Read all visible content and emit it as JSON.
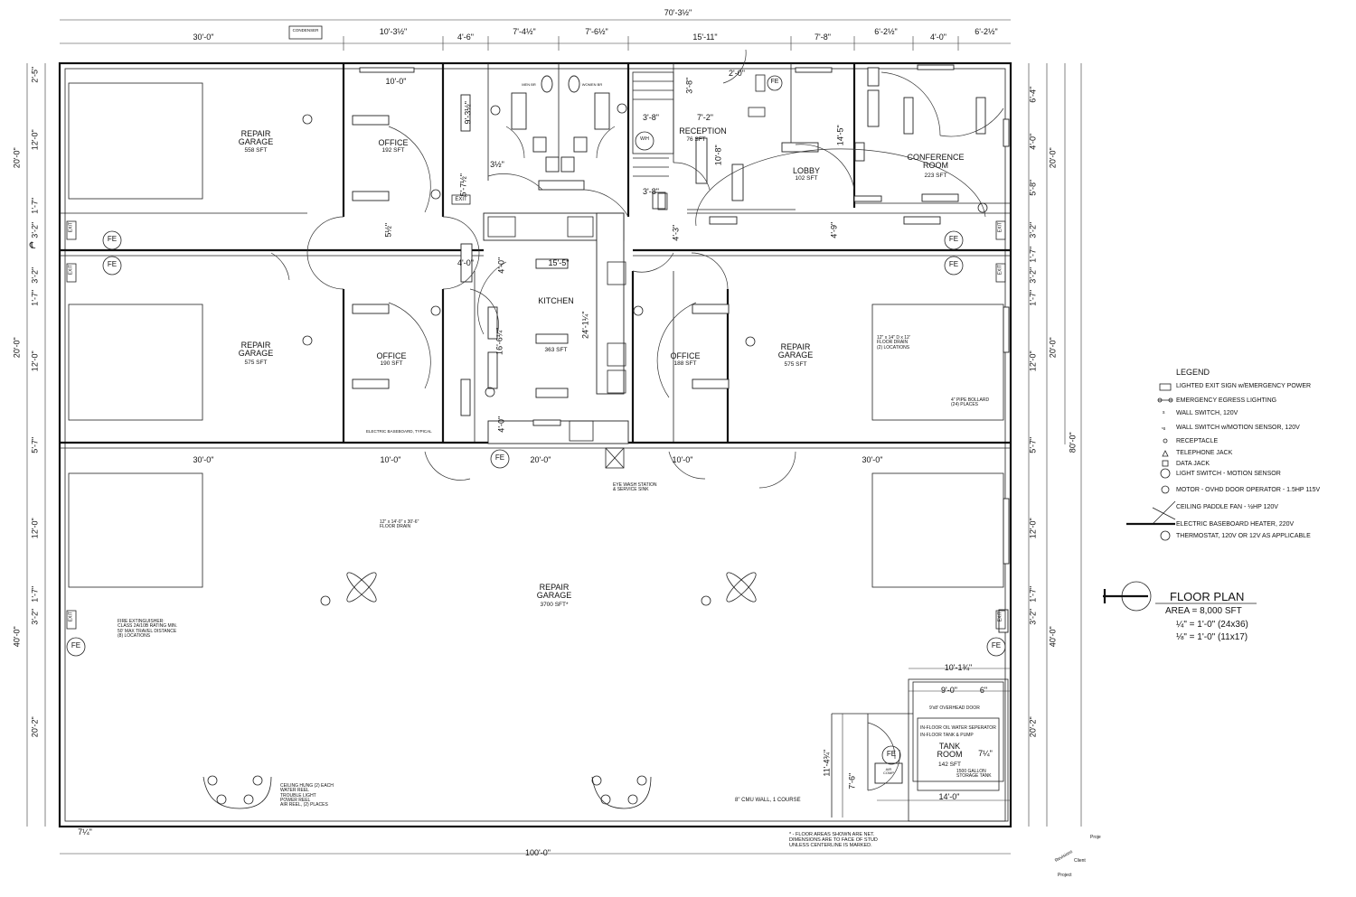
{
  "title_block": {
    "title": "FLOOR PLAN",
    "area": "AREA = 8,000 SFT",
    "scale_large_num": "¼\"",
    "scale_large": " = 1'-0\" (24x36)",
    "scale_small_num": "⅛\"",
    "scale_small": " = 1'-0\" (11x17)",
    "corner_labels": [
      "Proje",
      "Revisions",
      "Client",
      "Project"
    ]
  },
  "legend": {
    "title": "LEGEND",
    "items": [
      {
        "icon": "exit-sign-icon",
        "label": "LIGHTED EXIT SIGN w/EMERGENCY POWER"
      },
      {
        "icon": "egress-light-icon",
        "label": "EMERGENCY EGRESS LIGHTING"
      },
      {
        "icon": "wall-switch-icon",
        "label": "WALL SWITCH, 120V"
      },
      {
        "icon": "motion-switch-icon",
        "label": "WALL SWITCH w/MOTION SENSOR, 120V"
      },
      {
        "icon": "receptacle-icon",
        "label": "RECEPTACLE"
      },
      {
        "icon": "telephone-jack-icon",
        "label": "TELEPHONE JACK"
      },
      {
        "icon": "data-jack-icon",
        "label": "DATA JACK"
      },
      {
        "icon": "motion-sensor-icon",
        "label": "LIGHT SWITCH - MOTION SENSOR"
      },
      {
        "icon": "motor-icon",
        "label": "MOTOR - OVHD DOOR OPERATOR - 1.5HP 115V"
      },
      {
        "icon": "ceiling-fan-icon",
        "label": "CEILING PADDLE FAN - ½HP 120V"
      },
      {
        "icon": "baseboard-heater-icon",
        "label": "ELECTRIC BASEBOARD HEATER, 220V"
      },
      {
        "icon": "thermostat-icon",
        "label": "THERMOSTAT, 120V OR 12V AS APPLICABLE"
      }
    ]
  },
  "rooms": {
    "repair_garage_1": {
      "name": "REPAIR\nGARAGE",
      "area": "558 SFT"
    },
    "office_1": {
      "name": "OFFICE",
      "area": "192 SFT"
    },
    "men_br": {
      "name": "MEN BR"
    },
    "women_br": {
      "name": "WOMEN BR"
    },
    "reception": {
      "name": "RECEPTION",
      "area": "76 SFT"
    },
    "lobby": {
      "name": "LOBBY",
      "area": "102 SFT"
    },
    "conference": {
      "name": "CONFERENCE\nROOM",
      "area": "223 SFT"
    },
    "repair_garage_2": {
      "name": "REPAIR\nGARAGE",
      "area": "575 SFT"
    },
    "office_2": {
      "name": "OFFICE",
      "area": "190 SFT"
    },
    "kitchen": {
      "name": "KITCHEN",
      "area": "363 SFT"
    },
    "office_3": {
      "name": "OFFICE",
      "area": "188 SFT"
    },
    "repair_garage_3": {
      "name": "REPAIR\nGARAGE",
      "area": "575 SFT"
    },
    "repair_garage_main": {
      "name": "REPAIR\nGARAGE",
      "area": "3700 SFT*"
    },
    "tank_room": {
      "name": "TANK\nROOM",
      "area": "142 SFT"
    }
  },
  "dims_top": {
    "overall": "70'-3½\"",
    "segments": [
      "30'-0\"",
      "10'-3½\"",
      "4'-6\"",
      "7'-4½\"",
      "7'-6½\"",
      "15'-11\"",
      "7'-8\"",
      "6'-2½\"",
      "4'-0\"",
      "6'-2½\""
    ]
  },
  "dims_bottom": {
    "overall": "100'-0\"",
    "left": "7¼\""
  },
  "dims_left": [
    "2'-5\"",
    "12'-0\"",
    "20'-0\"",
    "1'-7\"",
    "3'-2\"",
    "3'-2\"",
    "1'-7\"",
    "12'-0\"",
    "20'-0\"",
    "5'-7\"",
    "12'-0\"",
    "1'-7\"",
    "3'-2\"",
    "40'-0\"",
    "20'-2\""
  ],
  "dims_right": [
    "6'-4\"",
    "4'-0\"",
    "20'-0\"",
    "5'-8\"",
    "3'-2\"",
    "1'-7\"",
    "3'-2\"",
    "1'-7\"",
    "12'-0\"",
    "20'-0\"",
    "5'-7\"",
    "12'-0\"",
    "1'-7\"",
    "3'-2\"",
    "40'-0\"",
    "80'-0\"",
    "20'-2\""
  ],
  "interior_dims": {
    "d_10_0a": "10'-0\"",
    "d_10_0b": "10'-0\"",
    "d_10_0c": "10'-0\"",
    "d_30_0a": "30'-0\"",
    "d_30_0b": "30'-0\"",
    "d_20_0": "20'-0\"",
    "d_15_5": "15'-5\"",
    "d_16_6": "16'-6¼\"",
    "d_24_1": "24'-1¼\"",
    "d_4_0a": "4'-0\"",
    "d_4_0b": "4'-0\"",
    "d_4_0c": "4'-0\"",
    "d_3_8a": "3'-8\"",
    "d_3_8b": "3'-8\"",
    "d_3_8c": "3'-8\"",
    "d_7_2": "7'-2\"",
    "d_2_0": "2'-0\"",
    "d_10_8": "10'-8\"",
    "d_14_5": "14'-5\"",
    "d_4_9": "4'-9\"",
    "d_4_3": "4'-3\"",
    "d_5_7": "5'-7½\"",
    "d_5_1": "5½\"",
    "d_3_5": "3½\"",
    "d_9_3": "9'-3½\"",
    "d_10_1": "10'-1¾\"",
    "d_9_0": "9'-0\"",
    "d_6": "6\"",
    "d_14_0": "14'-0\"",
    "d_11_4": "11'-4¾\"",
    "d_7_6": "7'-6\"",
    "d_7_1": "7¼\""
  },
  "labels": {
    "condenser": "CONDENSER",
    "exit": "EXIT",
    "fe": "FE",
    "centerline": "℄",
    "wh": "W/H",
    "baseboard_note": "ELECTRIC BASEBOARD, TYPICAL",
    "eye_wash": "EYE WASH STATION\n& SERVICE SINK",
    "floor_drain_1": "12\" x 14'-0\" x 30'-6\"\nFLOOR DRAIN",
    "floor_drain_2": "12\" x 14\" D x 12'\nFLOOR DRAIN\n(2) LOCATIONS",
    "bollard": "4\" PIPE BOLLARD\n(24) PLACES",
    "fire_ext_note": "FIRE EXTINGUISHER:\nCLASS 2A/10B RATING MIN.\n50' MAX TRAVEL DISTANCE\n(8) LOCATIONS",
    "hose_reel_note": "CEILING HUNG (2) EACH\nWATER REEL\nTROUBLE LIGHT\nPOWER REEL\nAIR REEL, (2) PLACES",
    "cmu_wall": "8\" CMU WALL, 1 COURSE",
    "floor_area_note": "* - FLOOR AREAS SHOWN ARE NET.\nDIMENSIONS ARE TO FACE OF STUD\nUNLESS CENTERLINE IS MARKED.",
    "overhead_door": "9'x8' OVERHEAD DOOR",
    "oil_separator": "IN-FLOOR OIL WATER SEPERATOR",
    "tank_pump": "IN-FLOOR TANK & PUMP",
    "storage_tank": "1500 GALLON\nSTORAGE TANK",
    "air_comp": "AIR\nCOMP"
  }
}
